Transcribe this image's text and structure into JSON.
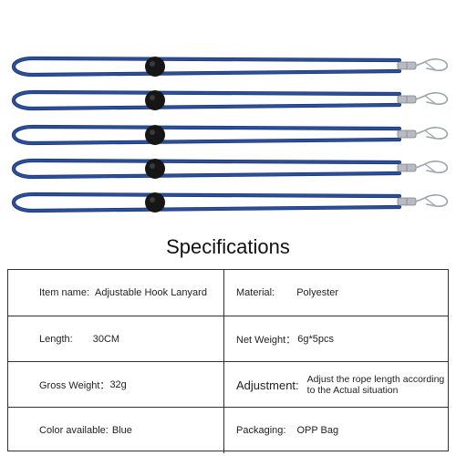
{
  "title": "Specifications",
  "colors": {
    "rope": "#2b4f9a",
    "rope_dark": "#1c3672",
    "slider": "#161616",
    "metal": "#b8bcc2",
    "border": "#333333"
  },
  "icons": [
    "lanyard-rope",
    "toggle-slider",
    "metal-crimp",
    "snap-hook"
  ],
  "lanyard_count": 5,
  "specs": {
    "item_name": {
      "label": "Item name:",
      "value": "Adjustable Hook Lanyard"
    },
    "material": {
      "label": "Material:",
      "value": "Polyester"
    },
    "length": {
      "label": "Length:",
      "value": "30CM"
    },
    "net_weight": {
      "label": "Net Weight：",
      "value": "6g*5pcs"
    },
    "gross_weight": {
      "label": "Gross Weight：",
      "value": "32g"
    },
    "adjustment": {
      "label": "Adjustment:",
      "value": "Adjust the rope length according to the Actual situation"
    },
    "color": {
      "label": "Color available:",
      "value": "Blue"
    },
    "packaging": {
      "label": "Packaging:",
      "value": "OPP Bag"
    }
  }
}
